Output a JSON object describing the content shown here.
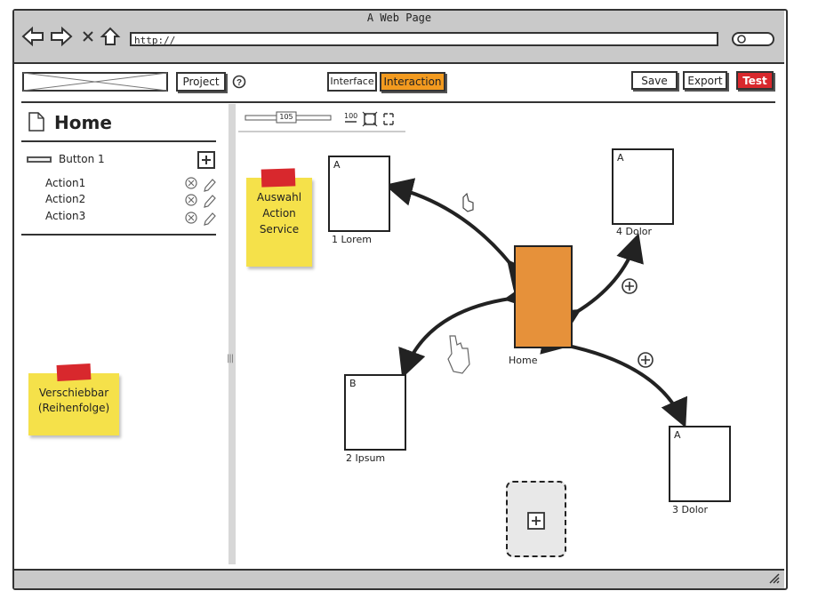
{
  "browser": {
    "title": "A Web Page",
    "url": "http://"
  },
  "toolbar": {
    "project_label": "Project",
    "help_icon": "?",
    "interface_label": "Interface",
    "interaction_label": "Interaction",
    "save_label": "Save",
    "export_label": "Export",
    "test_label": "Test",
    "colors": {
      "interaction": "#f29a1f",
      "test": "#d8282d"
    }
  },
  "sidebar": {
    "page_title": "Home",
    "button_label": "Button 1",
    "actions": [
      "Action1",
      "Action2",
      "Action3"
    ]
  },
  "zoom": {
    "value": "105",
    "fit_label": "100"
  },
  "notes": {
    "note1": [
      "Auswahl",
      "Action",
      "Service"
    ],
    "note2": [
      "Verschiebbar",
      "(Reihenfolge)"
    ]
  },
  "canvas": {
    "home_label": "Home",
    "home_color": "#e6913a",
    "pages": [
      {
        "letter": "A",
        "label": "1 Lorem"
      },
      {
        "letter": "A",
        "label": "4 Dolor"
      },
      {
        "letter": "B",
        "label": "2 Ipsum"
      },
      {
        "letter": "A",
        "label": "3 Dolor"
      }
    ]
  }
}
